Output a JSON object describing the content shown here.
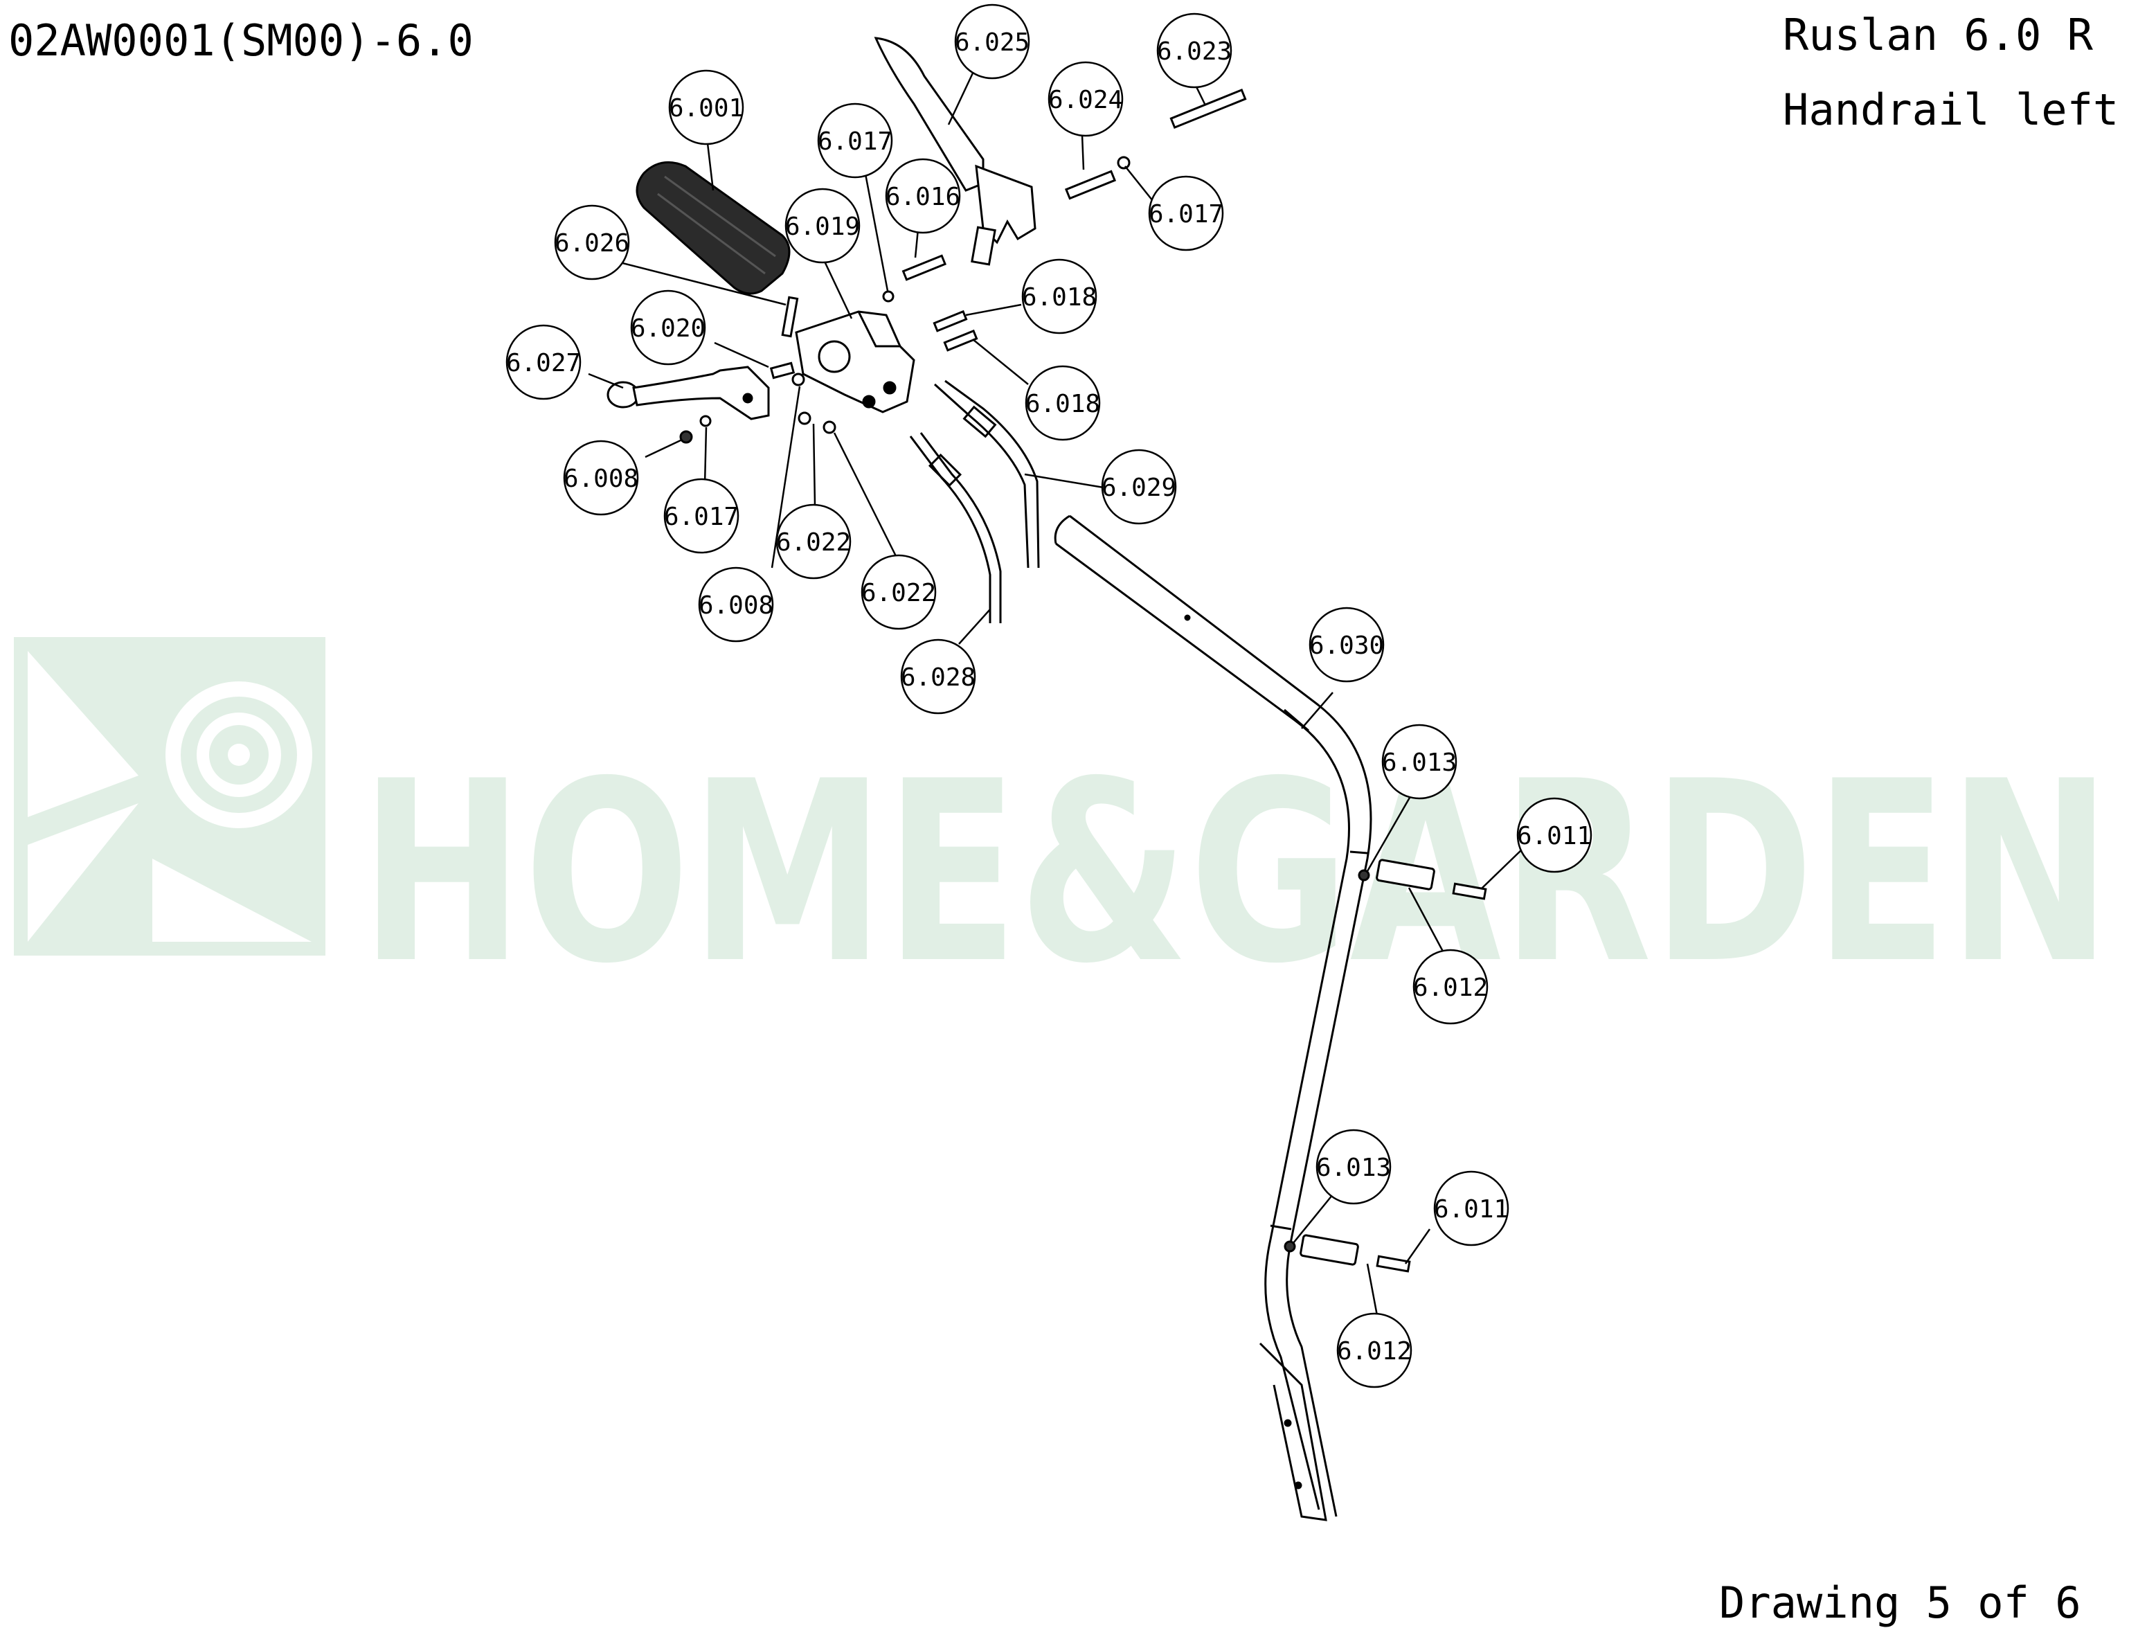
{
  "header": {
    "drawing_code": "02AW0001(SM00)-6.0",
    "model": "Ruslan 6.0 R",
    "assembly": "Handrail left"
  },
  "footer": {
    "sheet": "Drawing 5 of 6"
  },
  "watermark": {
    "text": "HOME&GARDEN",
    "color": "#1f8a3c"
  },
  "colors": {
    "line": "#000000",
    "grip": "#2b2b2b"
  },
  "callouts": [
    {
      "id": "c1",
      "label": "6.001"
    },
    {
      "id": "c2",
      "label": "6.025"
    },
    {
      "id": "c3",
      "label": "6.024"
    },
    {
      "id": "c4",
      "label": "6.023"
    },
    {
      "id": "c5",
      "label": "6.017"
    },
    {
      "id": "c6",
      "label": "6.017"
    },
    {
      "id": "c7",
      "label": "6.016"
    },
    {
      "id": "c8",
      "label": "6.019"
    },
    {
      "id": "c9",
      "label": "6.026"
    },
    {
      "id": "c10",
      "label": "6.020"
    },
    {
      "id": "c11",
      "label": "6.018"
    },
    {
      "id": "c12",
      "label": "6.018"
    },
    {
      "id": "c13",
      "label": "6.027"
    },
    {
      "id": "c14",
      "label": "6.008"
    },
    {
      "id": "c15",
      "label": "6.017"
    },
    {
      "id": "c16",
      "label": "6.008"
    },
    {
      "id": "c17",
      "label": "6.022"
    },
    {
      "id": "c18",
      "label": "6.022"
    },
    {
      "id": "c19",
      "label": "6.029"
    },
    {
      "id": "c20",
      "label": "6.028"
    },
    {
      "id": "c21",
      "label": "6.030"
    },
    {
      "id": "c22",
      "label": "6.013"
    },
    {
      "id": "c23",
      "label": "6.011"
    },
    {
      "id": "c24",
      "label": "6.012"
    },
    {
      "id": "c25",
      "label": "6.013"
    },
    {
      "id": "c26",
      "label": "6.011"
    },
    {
      "id": "c27",
      "label": "6.012"
    }
  ]
}
